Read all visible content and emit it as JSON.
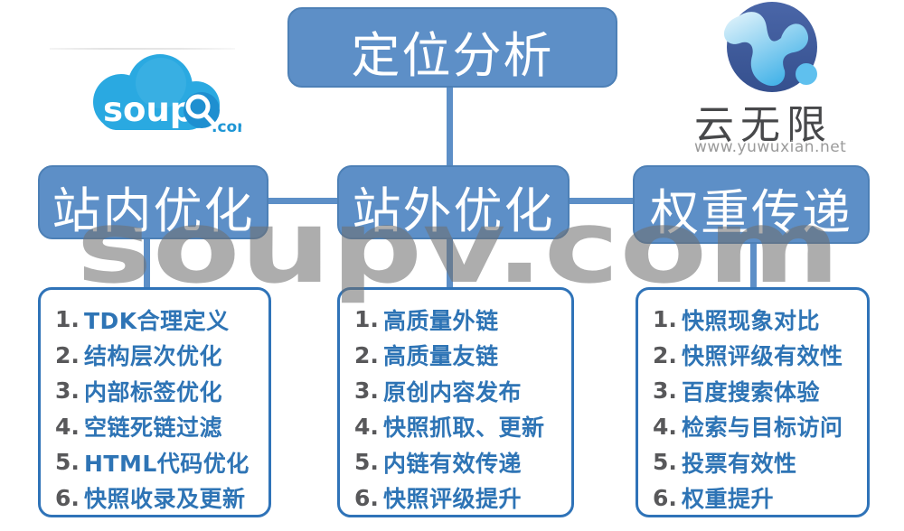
{
  "root": {
    "label": "定位分析"
  },
  "branches": [
    {
      "label": "站内优化",
      "items": [
        {
          "n": "1.",
          "t": "TDK合理定义"
        },
        {
          "n": "2.",
          "t": "结构层次优化"
        },
        {
          "n": "3.",
          "t": "内部标签优化"
        },
        {
          "n": "4.",
          "t": "空链死链过滤"
        },
        {
          "n": "5.",
          "t": "HTML代码优化"
        },
        {
          "n": "6.",
          "t": "快照收录及更新"
        }
      ]
    },
    {
      "label": "站外优化",
      "items": [
        {
          "n": "1.",
          "t": "高质量外链"
        },
        {
          "n": "2.",
          "t": "高质量友链"
        },
        {
          "n": "3.",
          "t": "原创内容发布"
        },
        {
          "n": "4.",
          "t": "快照抓取、更新"
        },
        {
          "n": "5.",
          "t": "内链有效传递"
        },
        {
          "n": "6.",
          "t": "快照评级提升"
        }
      ]
    },
    {
      "label": "权重传递",
      "items": [
        {
          "n": "1.",
          "t": "快照现象对比"
        },
        {
          "n": "2.",
          "t": "快照评级有效性"
        },
        {
          "n": "3.",
          "t": "百度搜索体验"
        },
        {
          "n": "4.",
          "t": "检索与目标访问"
        },
        {
          "n": "5.",
          "t": "投票有效性"
        },
        {
          "n": "6.",
          "t": "权重提升"
        }
      ]
    }
  ],
  "watermark": "soupv.com",
  "logos": {
    "soupv": {
      "text": "soupv",
      "tld": ".com"
    },
    "yuwuxian": {
      "name": "云无限",
      "url": "www.yuwuxian.net"
    }
  },
  "colors": {
    "node_fill": "#5d8fc7",
    "node_border": "#4d80b6",
    "list_border": "#2f73b8",
    "item_text": "#2e74b5",
    "item_number": "#58585a",
    "watermark_gray": "#707070",
    "soupv_cloud": "#29a8e0",
    "soupv_tld": "#1e96d5",
    "yuwuxian_navy": "#3f5a9c",
    "yuwuxian_blob": "#45b3e8"
  }
}
